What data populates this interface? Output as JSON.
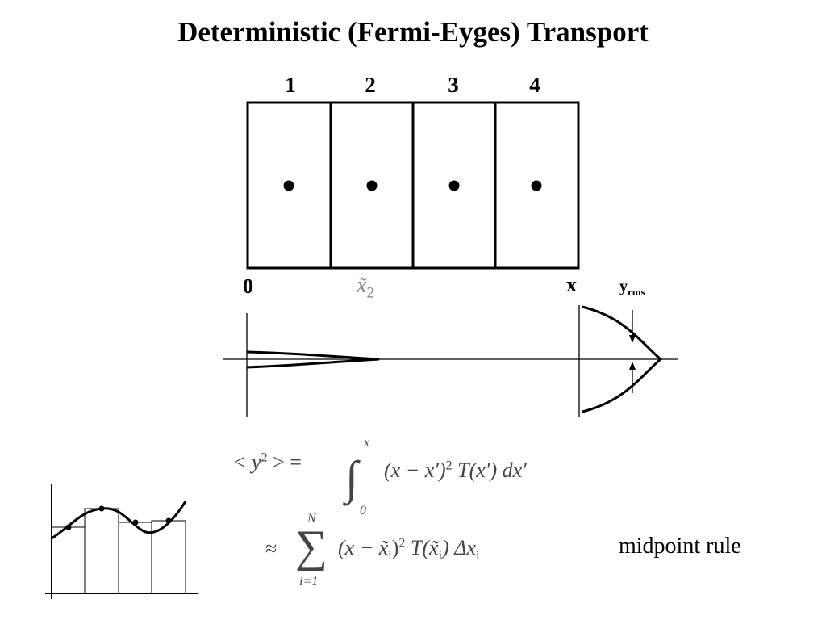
{
  "slide": {
    "title": "Deterministic (Fermi-Eyges) Transport"
  },
  "cells": {
    "labels": [
      "1",
      "2",
      "3",
      "4"
    ]
  },
  "axis_labels": {
    "origin": "0",
    "end": "x",
    "midpoint_symbol": "x̃",
    "midpoint_index": "2",
    "yrms_main": "y",
    "yrms_sub": "rms"
  },
  "equation1": {
    "lhs": "< y",
    "lhs_power": "2",
    "lhs_close": " > =",
    "upper_limit": "x",
    "lower_limit": "0",
    "integrand": "(x − x′)",
    "integrand_power": "2",
    "rest": " T(x′) dx′"
  },
  "equation2": {
    "approx": "≈",
    "sum_upper": "N",
    "sum_lower": "i=1",
    "term": "(x − x̃",
    "term_index": "i",
    "term_close": ")",
    "term_power": "2",
    "func": " T(x̃",
    "func_index": "i",
    "func_close": ") Δx",
    "delta_index": "i"
  },
  "note": {
    "text": "midpoint rule"
  }
}
